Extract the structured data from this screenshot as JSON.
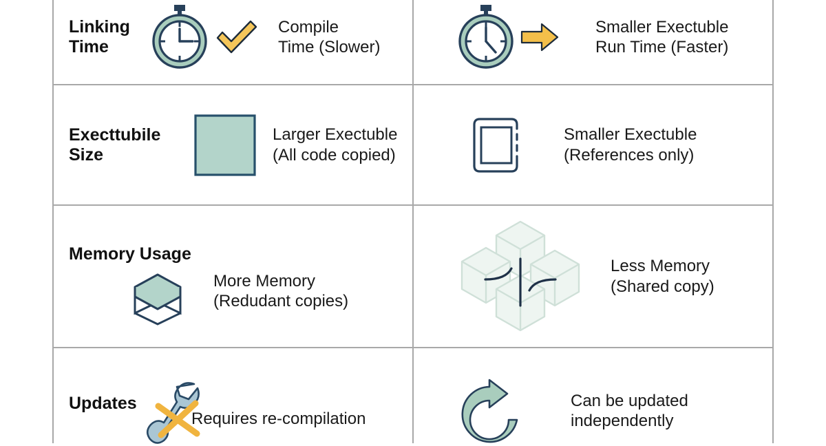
{
  "palette": {
    "grid_line": "#a8a8a8",
    "ink_navy": "#27405a",
    "mint_fill": "#b3d4ca",
    "mint_light": "#a9cdbd",
    "gold": "#f4c košt",
    "gold_fill": "#f5c65a",
    "text": "#1a1a1a",
    "cube_line": "#cfe0d8",
    "wrench_blue": "#aac6d4"
  },
  "table": {
    "rows": [
      {
        "id": "linking-time",
        "label": "Linking\nTime",
        "left": {
          "icons": [
            "stopwatch-icon",
            "check-icon"
          ],
          "text": "Compile\nTime (Slower)"
        },
        "right": {
          "icons": [
            "clock-icon",
            "arrow-right-icon"
          ],
          "text": "Smaller Exectuble\nRun Time (Faster)"
        }
      },
      {
        "id": "executable-size",
        "label": "Execttubile\nSize",
        "left": {
          "icons": [
            "filled-square-icon"
          ],
          "text": "Larger Exectuble\n(All code copied)"
        },
        "right": {
          "icons": [
            "outlined-square-icon"
          ],
          "text": "Smaller Exectuble\n(References only)"
        }
      },
      {
        "id": "memory-usage",
        "label": "Memory Usage",
        "left": {
          "icons": [
            "stacked-layers-icon"
          ],
          "text": "More Memory\n(Redudant copies)"
        },
        "right": {
          "icons": [
            "shared-cubes-icon"
          ],
          "text": "Less Memory\n(Shared copy)"
        }
      },
      {
        "id": "updates",
        "label": "Updates",
        "left": {
          "icons": [
            "wrench-screwdriver-icon"
          ],
          "text": "Requires re-compilation"
        },
        "right": {
          "icons": [
            "refresh-icon"
          ],
          "text": "Can be updated\nindependently"
        }
      }
    ]
  }
}
